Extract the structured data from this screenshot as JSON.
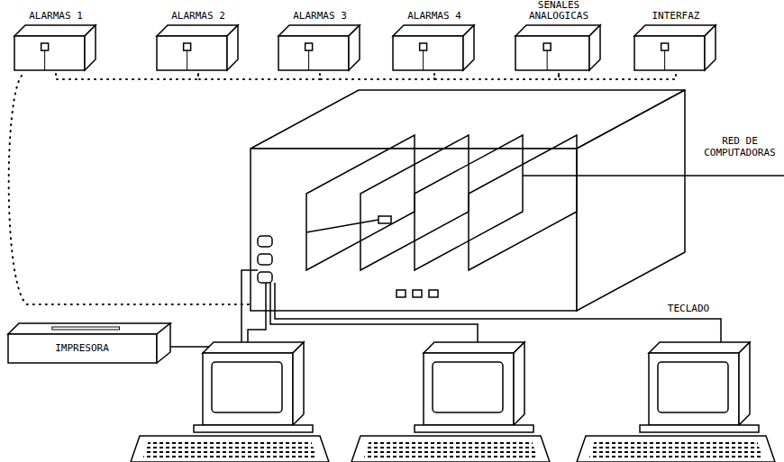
{
  "diagram": {
    "nodes": [
      {
        "text": [
          "ALARMAS 1"
        ]
      },
      {
        "text": [
          "ALARMAS 2"
        ]
      },
      {
        "text": [
          "ALARMAS 3"
        ]
      },
      {
        "text": [
          "ALARMAS 4"
        ]
      },
      {
        "text": [
          "SENALES ANALOGICAS"
        ]
      },
      {
        "text": [
          "INTERFAZ"
        ]
      },
      {
        "text": [
          "IMPRESORA"
        ]
      }
    ],
    "edges": [
      {
        "from": 0,
        "to": 1,
        "arrow": "none"
      },
      {
        "from": 1,
        "to": 2,
        "arrow": "none"
      },
      {
        "from": 2,
        "to": 3,
        "arrow": "none"
      },
      {
        "from": 3,
        "to": 4,
        "arrow": "none"
      },
      {
        "from": 4,
        "to": 5,
        "arrow": "none"
      }
    ],
    "labels": [
      "RED DE COMPUTADORAS",
      "TECLADO"
    ]
  }
}
